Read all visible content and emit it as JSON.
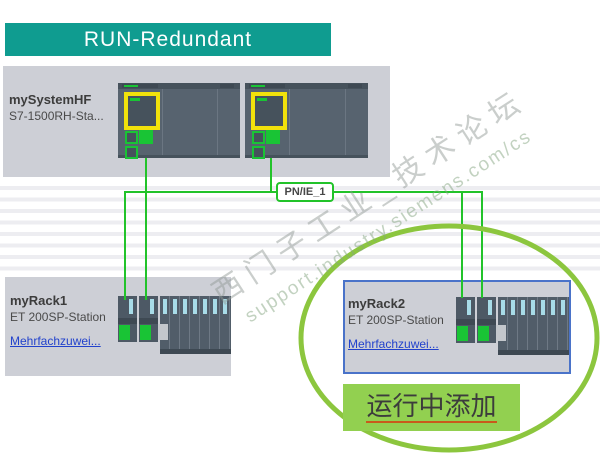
{
  "banner": {
    "label": "RUN-Redundant"
  },
  "system_station": {
    "name": "mySystemHF",
    "type": "S7-1500RH-Sta..."
  },
  "network": {
    "label": "PN/IE_1"
  },
  "racks": [
    {
      "name": "myRack1",
      "type": "ET 200SP-Station",
      "link": "Mehrfachzuwei...",
      "selected": false
    },
    {
      "name": "myRack2",
      "type": "ET 200SP-Station",
      "link": "Mehrfachzuwei...",
      "selected": true
    }
  ],
  "annotation": {
    "label": "运行中添加"
  },
  "watermark": {
    "line1": "西门子工业_技术论坛",
    "line2": "support.industry.siemens.com/cs"
  },
  "colors": {
    "banner_bg": "#0F9C90",
    "network_line": "#22C32A",
    "selection_border": "#4A73C9",
    "highlight_green": "#8CC63E",
    "annotation_bg": "#92D050",
    "module_yellow": "#F2E20B",
    "indicator_green": "#19C435",
    "station_bg": "#CDCFD6",
    "link_blue": "#2242CC"
  }
}
